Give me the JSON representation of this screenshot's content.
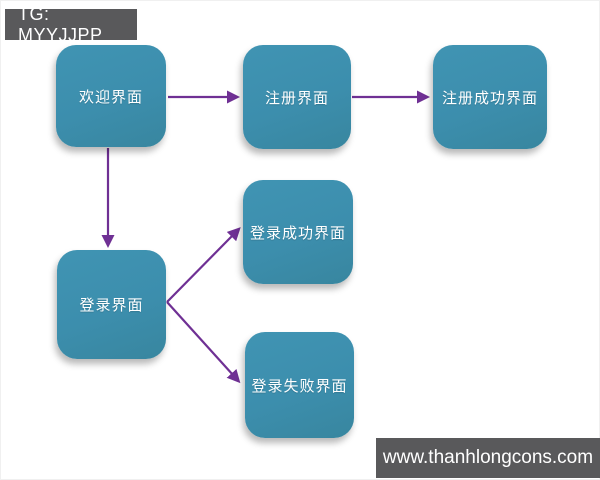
{
  "badge": {
    "label": "TG: MYYJJPP",
    "bg": "#59595b",
    "text_color": "#ffffff"
  },
  "watermark": {
    "label": "www.thanhlongcons.com",
    "bg": "#59595b",
    "text_color": "#ffffff"
  },
  "diagram": {
    "node_color": "#3c8ead",
    "node_text_color": "#ffffff",
    "arrow_color": "#6f3094",
    "nodes": [
      {
        "id": "welcome-screen",
        "label": "欢迎界面"
      },
      {
        "id": "register-screen",
        "label": "注册界面"
      },
      {
        "id": "register-success-screen",
        "label": "注册成功界面"
      },
      {
        "id": "login-screen",
        "label": "登录界面"
      },
      {
        "id": "login-success-screen",
        "label": "登录成功界面"
      },
      {
        "id": "login-fail-screen",
        "label": "登录失败界面"
      }
    ],
    "connections": [
      {
        "from": "欢迎界面",
        "to": "注册界面"
      },
      {
        "from": "注册界面",
        "to": "注册成功界面"
      },
      {
        "from": "欢迎界面",
        "to": "登录界面"
      },
      {
        "from": "登录界面",
        "to": "登录成功界面"
      },
      {
        "from": "登录界面",
        "to": "登录失败界面"
      }
    ]
  }
}
